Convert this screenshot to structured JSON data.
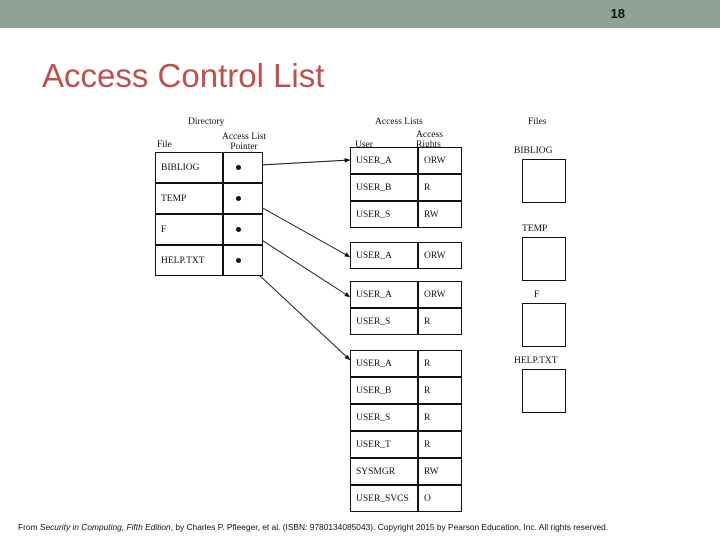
{
  "slide": {
    "number": "18",
    "title": "Access Control List"
  },
  "diagram": {
    "headers": {
      "directory": "Directory",
      "file_col": "File",
      "access_list_pointer": "Access List\nPointer",
      "access_lists": "Access Lists",
      "user_col": "User",
      "access_rights": "Access\nRights",
      "files": "Files"
    },
    "directory_rows": [
      {
        "file": "BIBLIOG"
      },
      {
        "file": "TEMP"
      },
      {
        "file": "F"
      },
      {
        "file": "HELP.TXT"
      }
    ],
    "access_lists": [
      {
        "group": 1,
        "rows": [
          {
            "user": "USER_A",
            "rights": "ORW"
          },
          {
            "user": "USER_B",
            "rights": "R"
          },
          {
            "user": "USER_S",
            "rights": "RW"
          }
        ]
      },
      {
        "group": 2,
        "rows": [
          {
            "user": "USER_A",
            "rights": "ORW"
          }
        ]
      },
      {
        "group": 3,
        "rows": [
          {
            "user": "USER_A",
            "rights": "ORW"
          },
          {
            "user": "USER_S",
            "rights": "R"
          }
        ]
      },
      {
        "group": 4,
        "rows": [
          {
            "user": "USER_A",
            "rights": "R"
          },
          {
            "user": "USER_B",
            "rights": "R"
          },
          {
            "user": "USER_S",
            "rights": "R"
          },
          {
            "user": "USER_T",
            "rights": "R"
          },
          {
            "user": "SYSMGR",
            "rights": "RW"
          },
          {
            "user": "USER_SVCS",
            "rights": "O"
          }
        ]
      }
    ],
    "file_objects": [
      {
        "label": "BIBLIOG"
      },
      {
        "label": "TEMP"
      },
      {
        "label": "F"
      },
      {
        "label": "HELP.TXT"
      }
    ]
  },
  "footer": {
    "prefix": "From ",
    "italic": "Security in Computing, Fifth Edition",
    "suffix": ", by Charles P. Pfleeger, et al. (ISBN: 9780134085043). Copyright 2015 by Pearson Education, Inc. All rights reserved."
  }
}
